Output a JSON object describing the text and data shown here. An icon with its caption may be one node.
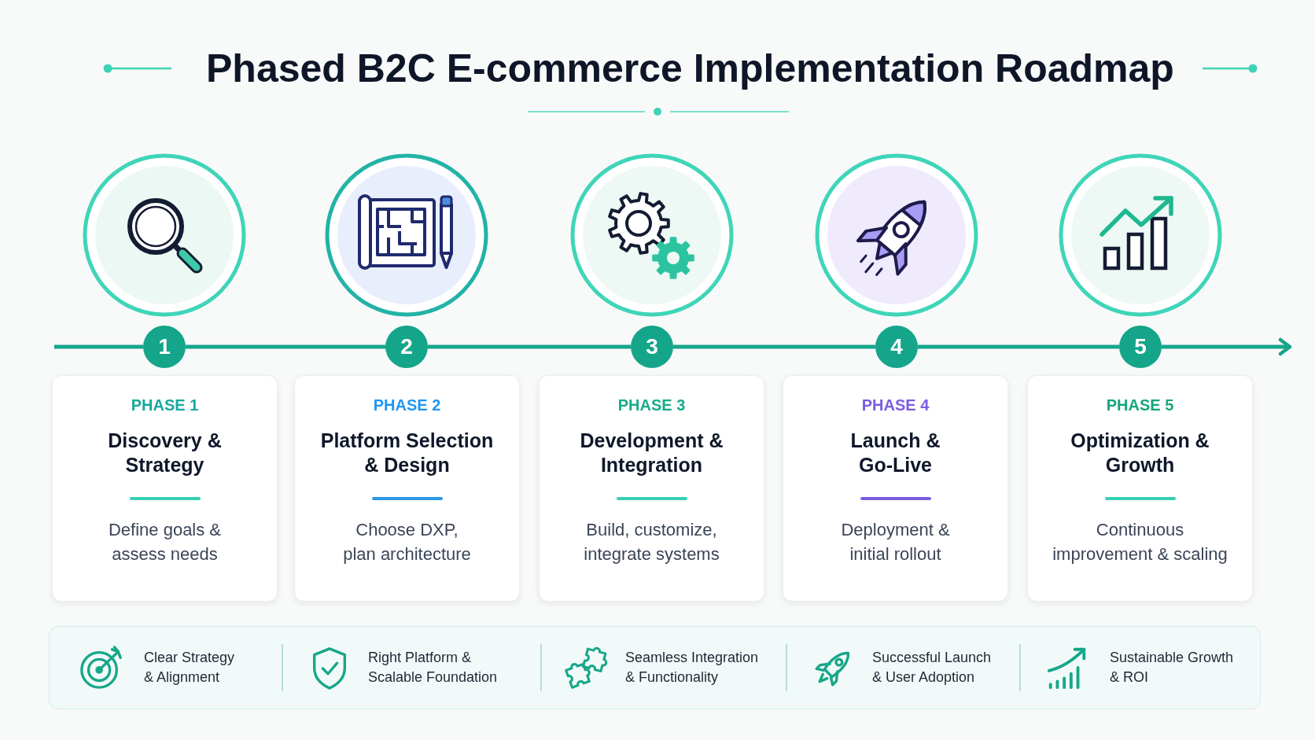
{
  "diagram": {
    "title": "Phased B2C E-commerce Implementation Roadmap",
    "nodes": [
      {
        "text": [
          "1"
        ]
      },
      {
        "text": [
          "2"
        ]
      },
      {
        "text": [
          "3"
        ]
      },
      {
        "text": [
          "4"
        ]
      },
      {
        "text": [
          "5"
        ]
      },
      {
        "text": [
          "PHASE 1",
          "Discovery & Strategy",
          "Define goals & assess needs"
        ]
      },
      {
        "text": [
          "PHASE 2",
          "Platform Selection & Design",
          "Choose DXP, plan architecture"
        ]
      },
      {
        "text": [
          "PHASE 3",
          "Development & Integration",
          "Build, customize, integrate systems"
        ]
      },
      {
        "text": [
          "PHASE 4",
          "Launch & Go-Live",
          "Deployment & initial rollout"
        ]
      },
      {
        "text": [
          "PHASE 5",
          "Optimization & Growth",
          "Continuous improvement & scaling"
        ]
      }
    ],
    "edges": [
      {
        "from": null,
        "to": 0,
        "arrow": "none"
      },
      {
        "from": 0,
        "to": 1,
        "arrow": "none"
      },
      {
        "from": 1,
        "to": 2,
        "arrow": "none"
      },
      {
        "from": 2,
        "to": 3,
        "arrow": "none"
      },
      {
        "from": 3,
        "to": 4,
        "arrow": "none"
      },
      {
        "from": 4,
        "to": null,
        "arrow": "to"
      }
    ],
    "labels": [
      "Clear Strategy & Alignment",
      "Right Platform & Scalable Foundation",
      "Seamless Integration & Functionality",
      "Successful Launch & User Adoption",
      "Sustainable Growth & ROI"
    ]
  }
}
